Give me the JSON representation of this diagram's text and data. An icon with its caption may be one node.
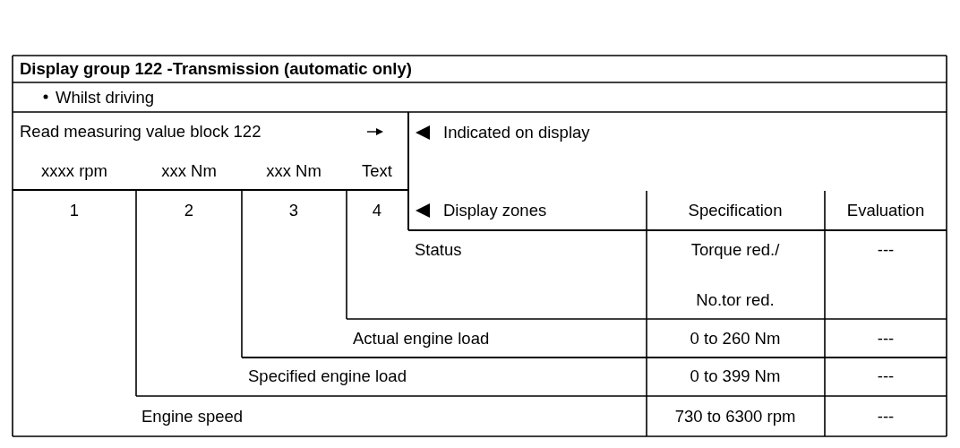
{
  "diagram": {
    "title": "Display group 122 -Transmission (automatic only)",
    "labels": [
      "Whilst driving",
      "Read measuring value block 122",
      "Indicated on display",
      "xxxx rpm",
      "xxx Nm",
      "xxx Nm",
      "Text",
      "1",
      "2",
      "3",
      "4",
      "Display zones",
      "Specification",
      "Evaluation",
      "Status",
      "Torque red./",
      "---",
      "No.tor red.",
      "Actual engine load",
      "0 to 260 Nm",
      "---",
      "Specified engine load",
      "0 to 399 Nm",
      "---",
      "Engine speed",
      "730 to 6300 rpm",
      "---"
    ]
  }
}
